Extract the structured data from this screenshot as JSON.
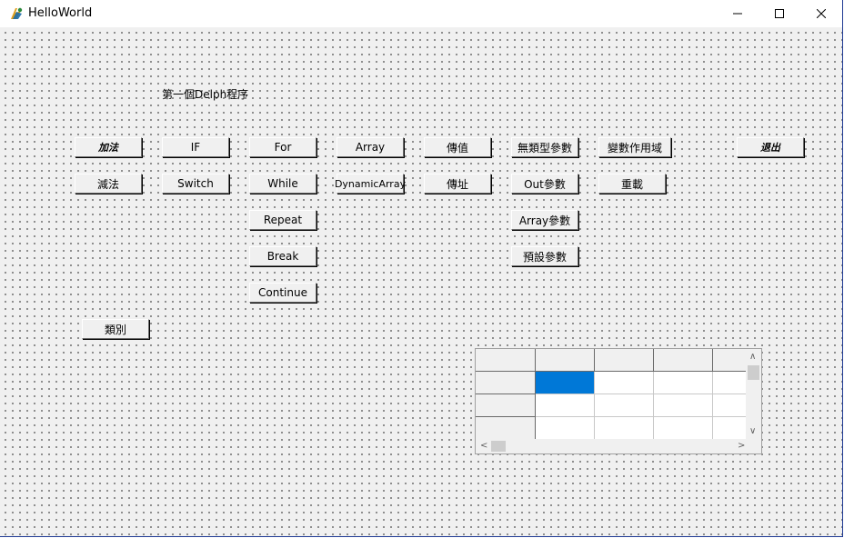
{
  "window": {
    "title": "HelloWorld",
    "minimize_glyph": "—",
    "maximize_glyph": "☐",
    "close_glyph": "✕",
    "border_color": "#1f3a93"
  },
  "form": {
    "label": "第一個Delph程序",
    "buttons": {
      "add": "加法",
      "subtract": "減法",
      "if": "IF",
      "switch": "Switch",
      "for": "For",
      "while": "While",
      "repeat": "Repeat",
      "break": "Break",
      "continue": "Continue",
      "array": "Array",
      "dynamic_array": "DynamicArray",
      "by_value": "傳值",
      "by_address": "傳址",
      "untyped_param": "無類型參數",
      "out_param": "Out參數",
      "array_param": "Array參數",
      "default_param": "預設參數",
      "variable_scope": "變數作用域",
      "overload": "重載",
      "exit": "退出",
      "class": "類別"
    }
  },
  "grid": {
    "selected_color": "#0078d7",
    "scroll_up": "∧",
    "scroll_down": "∨",
    "scroll_left": "<",
    "scroll_right": ">"
  }
}
